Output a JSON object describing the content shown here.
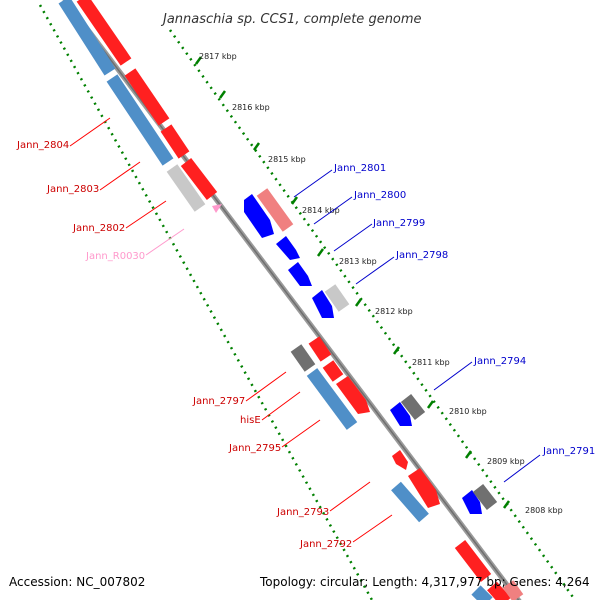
{
  "title": "Jannaschia sp. CCS1, complete genome",
  "footer": {
    "accession": "Accession: NC_007802",
    "topology": "Topology: circular; Length: 4,317,977 bp; Genes: 4,264"
  },
  "colors": {
    "forward_cds": "#ff0000",
    "reverse_cds": "#0000ff",
    "pseudo_light": "#f08080",
    "rna_pink": "#ff99cc",
    "grey": "#707070",
    "light_grey": "#c8c8c8",
    "steel_blue": "#4f8fc8",
    "ruler": "#008000"
  },
  "ruler_ticks": [
    "2817 kbp",
    "2816 kbp",
    "2815 kbp",
    "2814 kbp",
    "2813 kbp",
    "2812 kbp",
    "2811 kbp",
    "2810 kbp",
    "2809 kbp",
    "2808 kbp"
  ],
  "left_labels": [
    "Jann_2804",
    "Jann_2803",
    "Jann_2802",
    "Jann_R0030",
    "Jann_2797",
    "hisE",
    "Jann_2795",
    "Jann_2793",
    "Jann_2792"
  ],
  "right_labels": [
    "Jann_2801",
    "Jann_2800",
    "Jann_2799",
    "Jann_2798",
    "Jann_2794",
    "Jann_2791"
  ]
}
